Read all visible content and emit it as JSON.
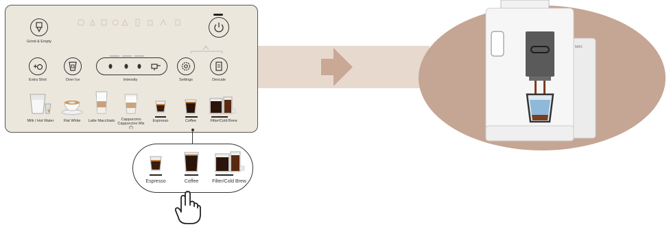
{
  "panel": {
    "buttons": {
      "grind_empty": "Grind & Empty",
      "extra_shot": "Extra Shot",
      "over_ice": "Over Ice",
      "intensity": "Intensity",
      "settings": "Settings",
      "descale": "Descale"
    },
    "drinks": {
      "milk_hot_water": "Milk / Hot Water",
      "flat_white": "Flat White",
      "latte_macchiato": "Latte Macchiato",
      "cappuccino": "Cappuccino",
      "cappuccino_mix": "Cappuccino Mix",
      "cappuccino_note": "(*)",
      "espresso": "Espresso",
      "coffee": "Coffee",
      "filter_cold_brew": "Filter/Cold Brew"
    }
  },
  "zoom": {
    "espresso": "Espresso",
    "coffee": "Coffee",
    "filter_cold_brew": "Filter/Cold Brew"
  },
  "machine": {
    "tank_label": "MAX"
  },
  "colors": {
    "panel_bg": "#ebe7dd",
    "arrow": "#e6d6cb",
    "ellipse": "#c5a594",
    "coffee": "#7a3e1f"
  }
}
